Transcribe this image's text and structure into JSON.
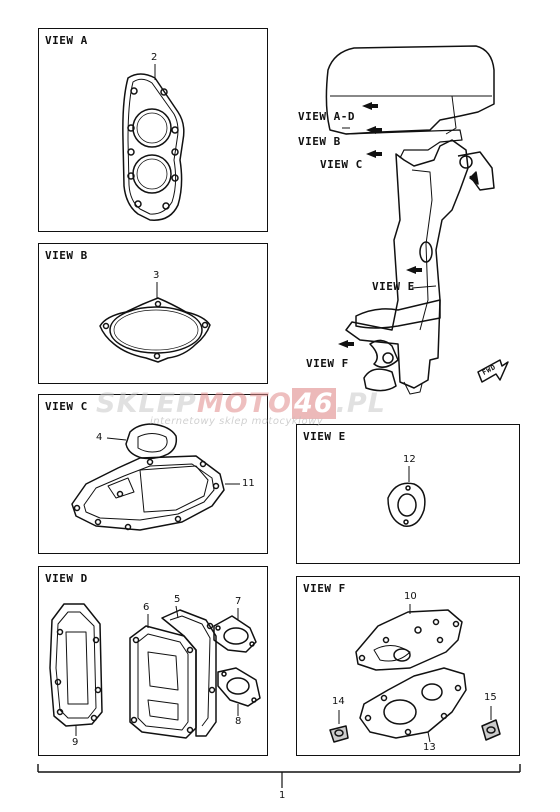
{
  "panels": {
    "view_a": {
      "label": "VIEW A"
    },
    "view_b": {
      "label": "VIEW B"
    },
    "view_c": {
      "label": "VIEW C"
    },
    "view_d": {
      "label": "VIEW D"
    },
    "view_e": {
      "label": "VIEW E"
    },
    "view_f": {
      "label": "VIEW F"
    }
  },
  "engine_labels": {
    "view_ad": "VIEW A-D",
    "view_b": "VIEW B",
    "view_c": "VIEW C",
    "view_e": "VIEW E",
    "view_f": "VIEW F",
    "fwd": "FWD"
  },
  "part_numbers": {
    "p1": "1",
    "p2": "2",
    "p3": "3",
    "p4": "4",
    "p5": "5",
    "p6": "6",
    "p7": "7",
    "p8": "8",
    "p9": "9",
    "p10": "10",
    "p11": "11",
    "p12": "12",
    "p13": "13",
    "p14": "14",
    "p15": "15"
  },
  "watermark": {
    "brand_left": "SKLEP",
    "brand_mid": "MOTO",
    "brand_num": "46",
    "brand_right": ".PL",
    "tagline": "internetowy sklep motocyklowy"
  },
  "colors": {
    "ink": "#111111",
    "watermark_red": "#e08a8a"
  }
}
